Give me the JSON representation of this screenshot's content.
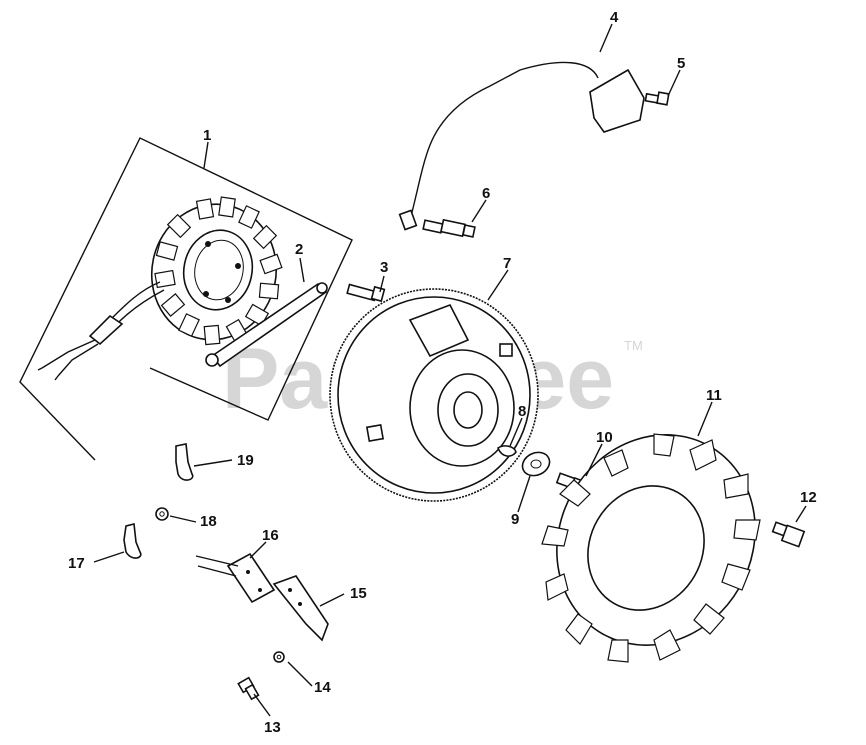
{
  "watermark": {
    "brand": "PartsTree",
    "trademark": "TM"
  },
  "callouts": [
    "1",
    "2",
    "3",
    "4",
    "5",
    "6",
    "7",
    "8",
    "9",
    "10",
    "11",
    "12",
    "13",
    "14",
    "15",
    "16",
    "17",
    "18",
    "19"
  ]
}
